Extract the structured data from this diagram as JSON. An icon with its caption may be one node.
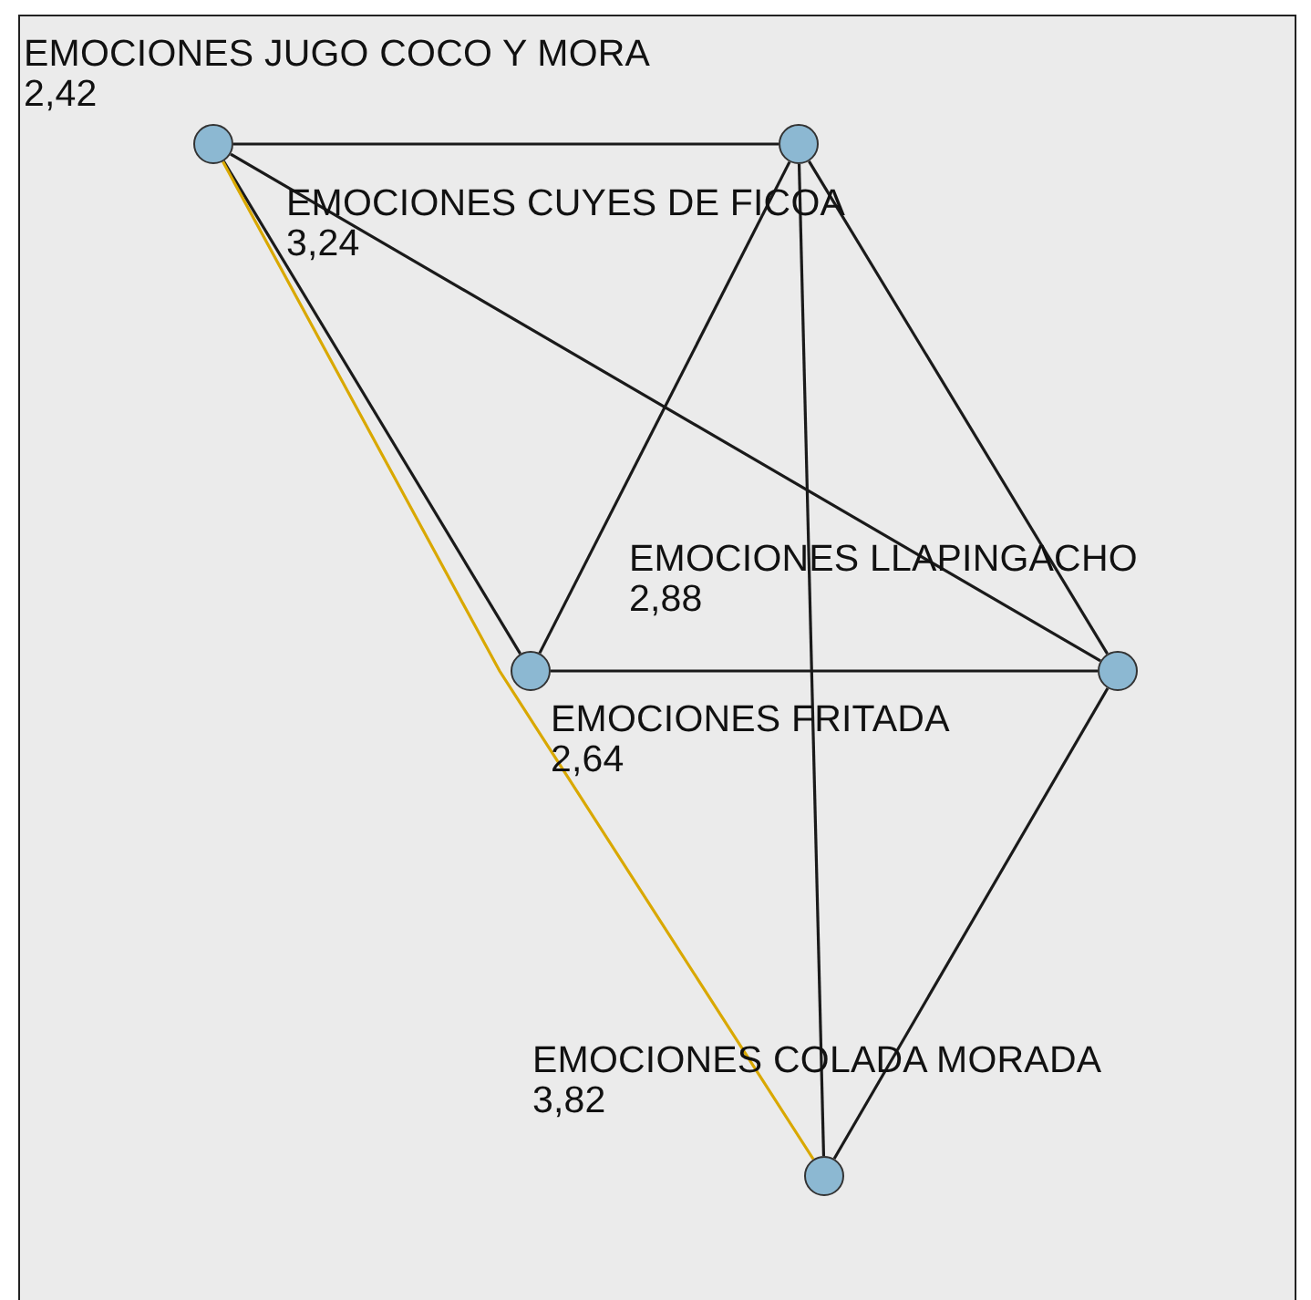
{
  "diagram": {
    "nodes": [
      {
        "text": [],
        "shape": "circle",
        "beside": [
          "EMOCIONES JUGO COCO Y MORA",
          "2,42"
        ]
      },
      {
        "text": [],
        "shape": "circle",
        "beside": [
          "EMOCIONES CUYES DE FICOA",
          "3,24"
        ]
      },
      {
        "text": [],
        "shape": "circle",
        "beside": [
          "EMOCIONES LLAPINGACHO",
          "2,88"
        ]
      },
      {
        "text": [],
        "shape": "circle",
        "beside": [
          "EMOCIONES FRITADA",
          "2,64"
        ]
      },
      {
        "text": [],
        "shape": "circle",
        "beside": [
          "EMOCIONES COLADA MORADA",
          "3,82"
        ]
      }
    ],
    "edges": [
      {
        "from": 0,
        "to": 1,
        "arrow": "none"
      },
      {
        "from": 0,
        "to": 2,
        "arrow": "none"
      },
      {
        "from": 0,
        "to": 3,
        "arrow": "none"
      },
      {
        "from": 0,
        "to": 4,
        "arrow": "none",
        "color": "#d9a800"
      },
      {
        "from": 1,
        "to": 3,
        "arrow": "none"
      },
      {
        "from": 1,
        "to": 4,
        "arrow": "none"
      },
      {
        "from": 1,
        "to": 2,
        "arrow": "none"
      },
      {
        "from": 3,
        "to": 2,
        "arrow": "none"
      },
      {
        "from": 2,
        "to": 4,
        "arrow": "none"
      }
    ]
  }
}
